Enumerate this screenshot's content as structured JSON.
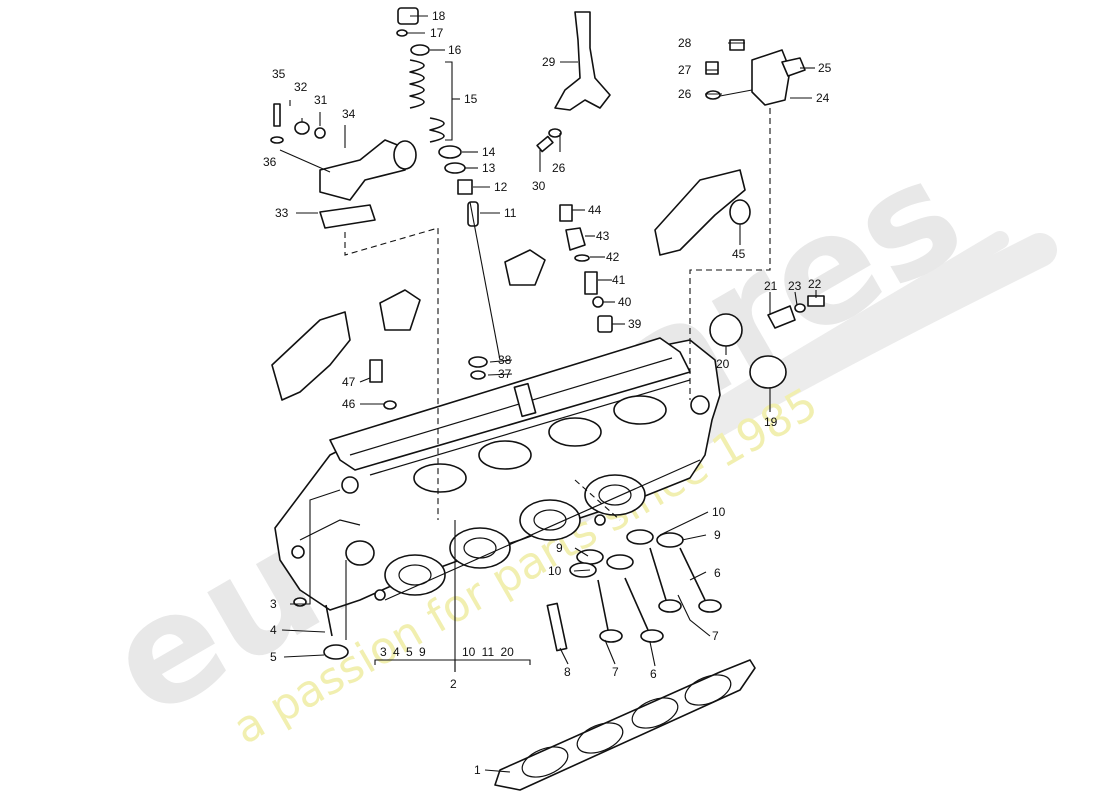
{
  "watermark": {
    "brand": "eurospares",
    "tagline": "a passion for parts since 1985",
    "colors": {
      "brand": "#e6e6e6",
      "tagline": "#f1efb0"
    }
  },
  "diagram": {
    "bracket_group_a": "3 4 5 9",
    "bracket_group_b": "10 11 20",
    "callouts": [
      {
        "id": "c1",
        "label": "1"
      },
      {
        "id": "c2",
        "label": "2"
      },
      {
        "id": "c3",
        "label": "3"
      },
      {
        "id": "c4",
        "label": "4"
      },
      {
        "id": "c5",
        "label": "5"
      },
      {
        "id": "c6a",
        "label": "6"
      },
      {
        "id": "c6b",
        "label": "6"
      },
      {
        "id": "c7a",
        "label": "7"
      },
      {
        "id": "c7b",
        "label": "7"
      },
      {
        "id": "c8",
        "label": "8"
      },
      {
        "id": "c9a",
        "label": "9"
      },
      {
        "id": "c9b",
        "label": "9"
      },
      {
        "id": "c10a",
        "label": "10"
      },
      {
        "id": "c10b",
        "label": "10"
      },
      {
        "id": "c11",
        "label": "11"
      },
      {
        "id": "c12",
        "label": "12"
      },
      {
        "id": "c13",
        "label": "13"
      },
      {
        "id": "c14",
        "label": "14"
      },
      {
        "id": "c15",
        "label": "15"
      },
      {
        "id": "c16",
        "label": "16"
      },
      {
        "id": "c17",
        "label": "17"
      },
      {
        "id": "c18",
        "label": "18"
      },
      {
        "id": "c19",
        "label": "19"
      },
      {
        "id": "c20",
        "label": "20"
      },
      {
        "id": "c21",
        "label": "21"
      },
      {
        "id": "c22",
        "label": "22"
      },
      {
        "id": "c23",
        "label": "23"
      },
      {
        "id": "c24",
        "label": "24"
      },
      {
        "id": "c25",
        "label": "25"
      },
      {
        "id": "c26a",
        "label": "26"
      },
      {
        "id": "c26b",
        "label": "26"
      },
      {
        "id": "c27",
        "label": "27"
      },
      {
        "id": "c28",
        "label": "28"
      },
      {
        "id": "c29",
        "label": "29"
      },
      {
        "id": "c30",
        "label": "30"
      },
      {
        "id": "c31",
        "label": "31"
      },
      {
        "id": "c32",
        "label": "32"
      },
      {
        "id": "c33",
        "label": "33"
      },
      {
        "id": "c34",
        "label": "34"
      },
      {
        "id": "c35",
        "label": "35"
      },
      {
        "id": "c36",
        "label": "36"
      },
      {
        "id": "c37",
        "label": "37"
      },
      {
        "id": "c38",
        "label": "38"
      },
      {
        "id": "c39",
        "label": "39"
      },
      {
        "id": "c40",
        "label": "40"
      },
      {
        "id": "c41",
        "label": "41"
      },
      {
        "id": "c42",
        "label": "42"
      },
      {
        "id": "c43",
        "label": "43"
      },
      {
        "id": "c44",
        "label": "44"
      },
      {
        "id": "c45",
        "label": "45"
      },
      {
        "id": "c46",
        "label": "46"
      },
      {
        "id": "c47",
        "label": "47"
      }
    ]
  }
}
